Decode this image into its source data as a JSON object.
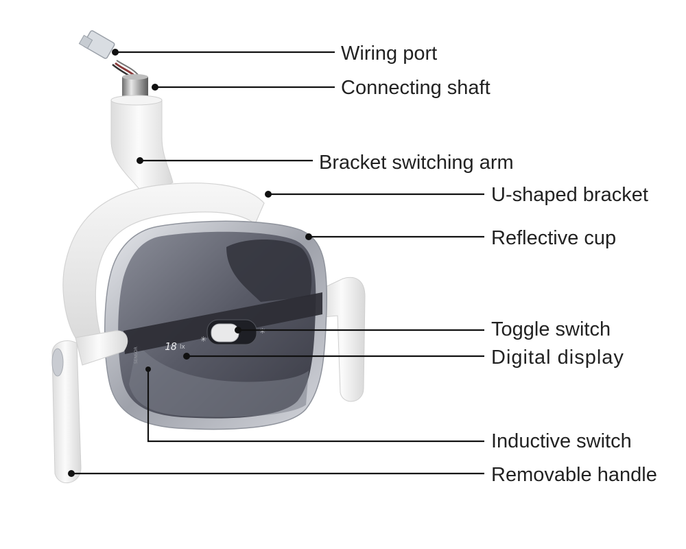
{
  "callouts": {
    "wiring_port": "Wiring port",
    "connecting_shaft": "Connecting shaft",
    "bracket_switching_arm": "Bracket switching arm",
    "u_shaped_bracket": "U-shaped bracket",
    "reflective_cup": "Reflective cup",
    "toggle_switch": "Toggle switch",
    "digital_display": "Digital display",
    "inductive_switch": "Inductive switch",
    "removable_handle": "Removable handle"
  },
  "device": {
    "display_reading": "18",
    "display_unit": "lx",
    "sensor_text": "SENSOR"
  },
  "colors": {
    "body_white": "#f2f2f2",
    "lens_dark": "#4e4f5b",
    "bezel_silver": "#b9bcc4",
    "leader_line": "#111111",
    "label_text": "#222222"
  }
}
